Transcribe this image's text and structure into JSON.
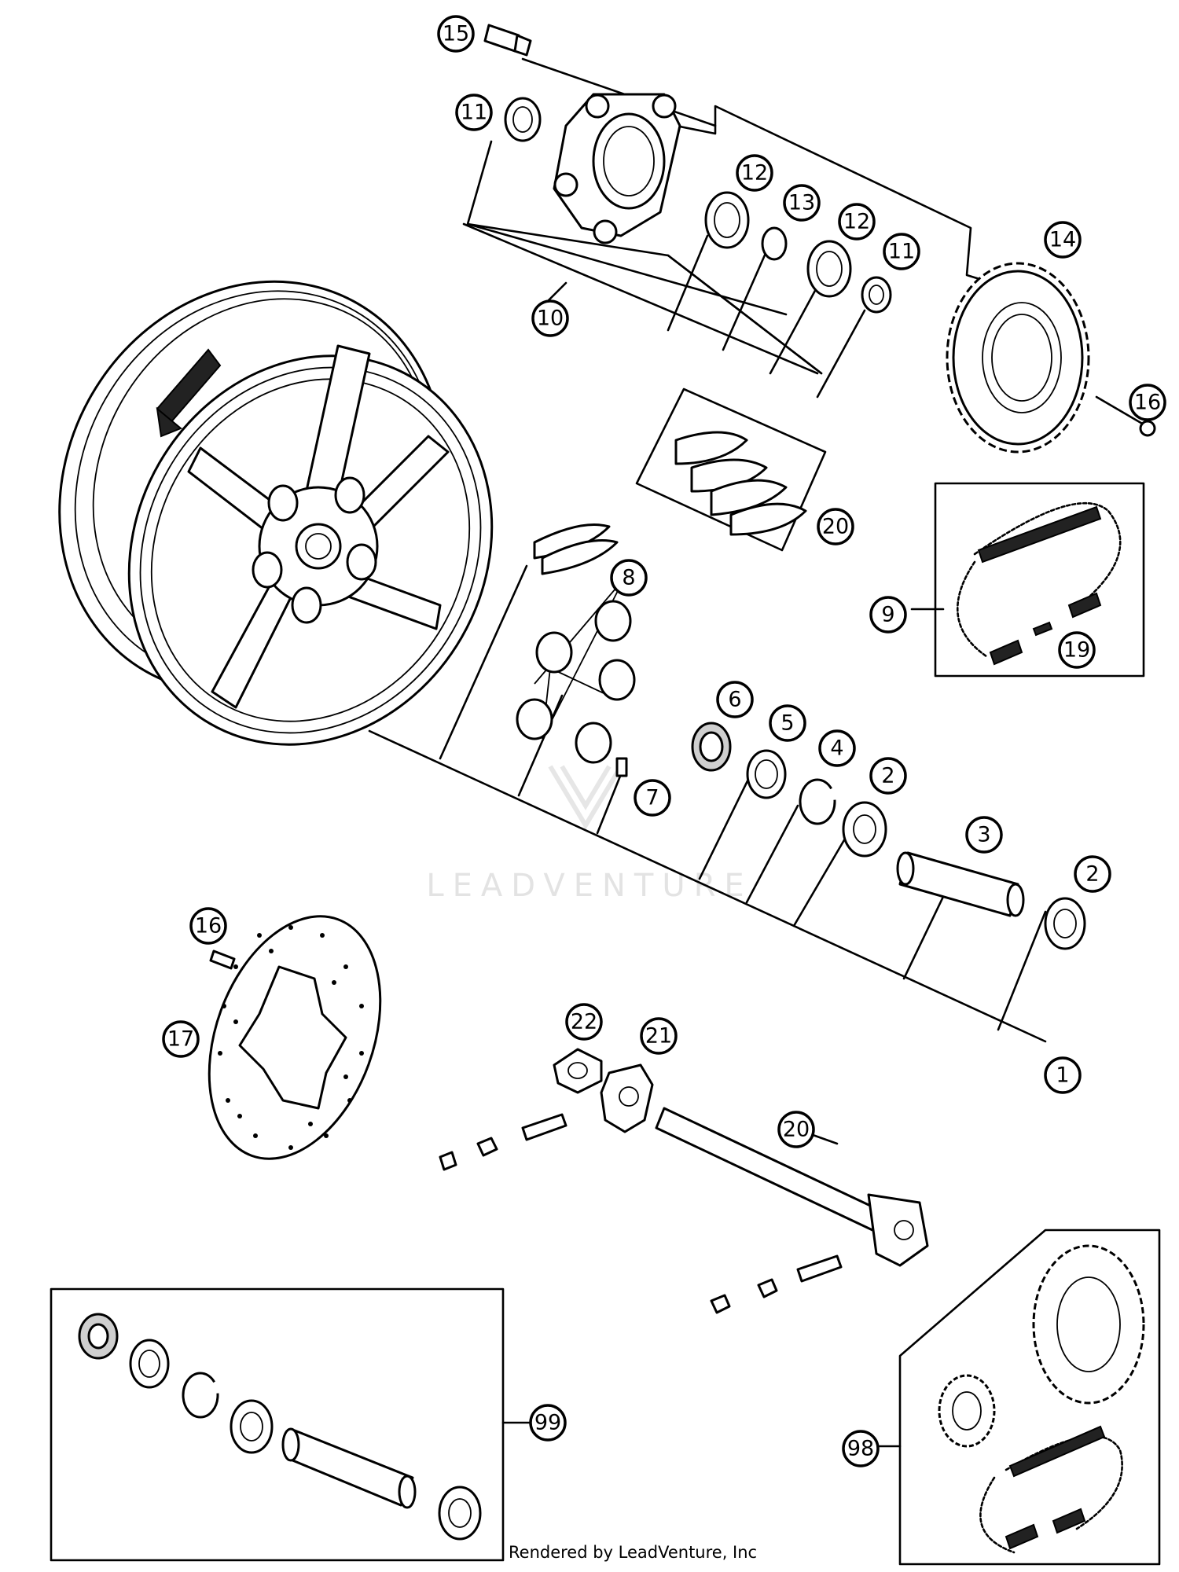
{
  "watermark": "LEADVENTURE",
  "footer": "Rendered by LeadVenture, Inc",
  "callouts": {
    "c1": "1",
    "c2a": "2",
    "c2b": "2",
    "c3": "3",
    "c4": "4",
    "c5": "5",
    "c6": "6",
    "c7": "7",
    "c8": "8",
    "c9": "9",
    "c10": "10",
    "c11a": "11",
    "c11b": "11",
    "c12a": "12",
    "c12b": "12",
    "c13": "13",
    "c14": "14",
    "c15": "15",
    "c16a": "16",
    "c16b": "16",
    "c17": "17",
    "c19": "19",
    "c20a": "20",
    "c20b": "20",
    "c21": "21",
    "c22": "22",
    "c98": "98",
    "c99": "99"
  }
}
